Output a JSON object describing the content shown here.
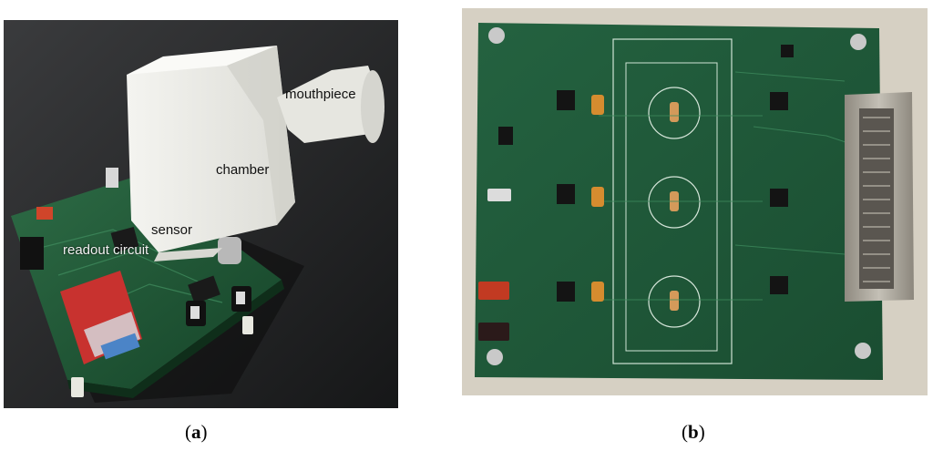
{
  "figure": {
    "panel_a": {
      "caption_prefix": "(",
      "caption_letter": "a",
      "caption_suffix": ")",
      "labels": {
        "mouthpiece": "mouthpiece",
        "chamber": "chamber",
        "sensor": "sensor",
        "readout": "readout circuit"
      }
    },
    "panel_b": {
      "caption_prefix": "(",
      "caption_letter": "b",
      "caption_suffix": ")"
    }
  },
  "colors": {
    "pcb_green": "#1f5a36",
    "chamber_white": "#eeeeea",
    "radio_red": "#c8322f",
    "connector_metal": "#a8a39a"
  }
}
